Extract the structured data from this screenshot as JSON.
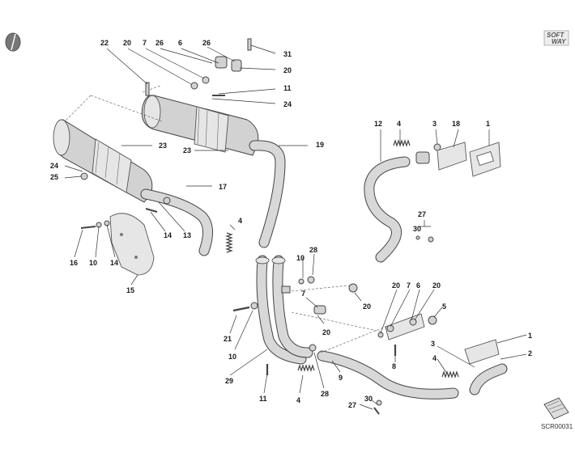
{
  "diagram": {
    "logo_top": "SOFT",
    "logo_bottom": "WAY",
    "reference_code": "SCR00031",
    "callouts": [
      {
        "id": "c22a",
        "label": "22"
      },
      {
        "id": "c20a",
        "label": "20"
      },
      {
        "id": "c7a",
        "label": "7"
      },
      {
        "id": "c26a",
        "label": "26"
      },
      {
        "id": "c6a",
        "label": "6"
      },
      {
        "id": "c26b",
        "label": "26"
      },
      {
        "id": "c31",
        "label": "31"
      },
      {
        "id": "c20b",
        "label": "20"
      },
      {
        "id": "c11a",
        "label": "11"
      },
      {
        "id": "c24a",
        "label": "24"
      },
      {
        "id": "c19",
        "label": "19"
      },
      {
        "id": "c23a",
        "label": "23"
      },
      {
        "id": "c23b",
        "label": "23"
      },
      {
        "id": "c24b",
        "label": "24"
      },
      {
        "id": "c25",
        "label": "25"
      },
      {
        "id": "c17",
        "label": "17"
      },
      {
        "id": "c4a",
        "label": "4"
      },
      {
        "id": "c14a",
        "label": "14"
      },
      {
        "id": "c13",
        "label": "13"
      },
      {
        "id": "c16",
        "label": "16"
      },
      {
        "id": "c10a",
        "label": "10"
      },
      {
        "id": "c14b",
        "label": "14"
      },
      {
        "id": "c15",
        "label": "15"
      },
      {
        "id": "c12",
        "label": "12"
      },
      {
        "id": "c4b",
        "label": "4"
      },
      {
        "id": "c3a",
        "label": "3"
      },
      {
        "id": "c18",
        "label": "18"
      },
      {
        "id": "c1a",
        "label": "1"
      },
      {
        "id": "c27a",
        "label": "27"
      },
      {
        "id": "c30a",
        "label": "30"
      },
      {
        "id": "c28a",
        "label": "28"
      },
      {
        "id": "c10b",
        "label": "10"
      },
      {
        "id": "c7b",
        "label": "7"
      },
      {
        "id": "c20c",
        "label": "20"
      },
      {
        "id": "c20d",
        "label": "20"
      },
      {
        "id": "c21",
        "label": "21"
      },
      {
        "id": "c10c",
        "label": "10"
      },
      {
        "id": "c20e",
        "label": "20"
      },
      {
        "id": "c7c",
        "label": "7"
      },
      {
        "id": "c6b",
        "label": "6"
      },
      {
        "id": "c20f",
        "label": "20"
      },
      {
        "id": "c5",
        "label": "5"
      },
      {
        "id": "c1b",
        "label": "1"
      },
      {
        "id": "c3b",
        "label": "3"
      },
      {
        "id": "c2",
        "label": "2"
      },
      {
        "id": "c4c",
        "label": "4"
      },
      {
        "id": "c8",
        "label": "8"
      },
      {
        "id": "c9",
        "label": "9"
      },
      {
        "id": "c29",
        "label": "29"
      },
      {
        "id": "c11b",
        "label": "11"
      },
      {
        "id": "c4d",
        "label": "4"
      },
      {
        "id": "c28b",
        "label": "28"
      },
      {
        "id": "c27b",
        "label": "27"
      },
      {
        "id": "c30b",
        "label": "30"
      }
    ]
  }
}
